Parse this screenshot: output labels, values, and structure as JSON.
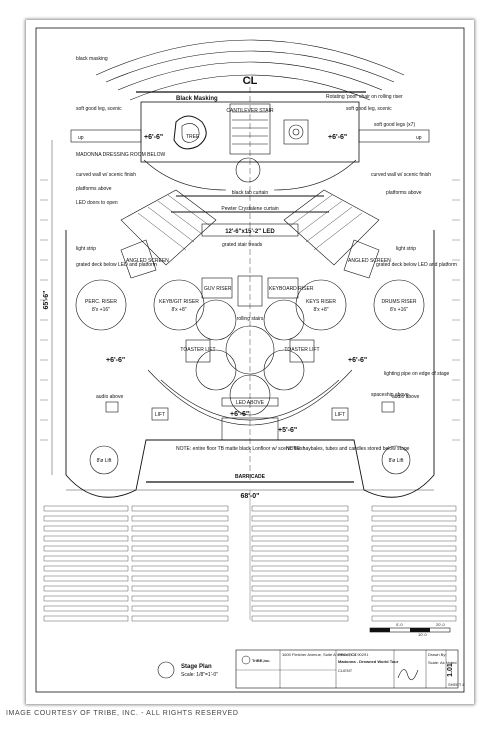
{
  "plan": {
    "title": "Stage Plan",
    "scale": "Scale: 1/8\"=1'-0\"",
    "center_line": "CL",
    "black_masking_top": "black masking",
    "black_masking": "Black Masking",
    "cantilever_stair": "CANTILEVER STAIR",
    "tree": "TREE",
    "soft_good_leg_left": "soft good leg, scenic",
    "soft_good_leg_right": "soft good leg, scenic",
    "rotating_chair": "Rotating 'poof' chair on rolling riser",
    "soft_good_legs": "soft good legs (x7)",
    "up_left": "up",
    "up_right": "up",
    "dim_upper_left": "+6'-6\"",
    "dim_upper_right": "+6'-6\"",
    "madonna_dressing": "MADONNA DRESSING ROOM BELOW",
    "black_tab_curtain": "black tab curtain",
    "pewter_curtain": "Pewter Crystalene curtain",
    "curved_wall_left": "curved wall w/ scenic finish",
    "curved_wall_right": "curved wall w/ scenic finish",
    "platforms_above_left": "platforms above",
    "platforms_above_right": "platforms above",
    "led_doors": "LED doors to open",
    "led_wall": "12'-6\"x15'-2\" LED",
    "grated_treads": "grated stair treads",
    "angled_screen_left": "ANGLED SCREEN",
    "angled_screen_right": "ANGLED SCREEN",
    "light_strip_left": "light strip",
    "light_strip_right": "light strip",
    "grated_deck_left": "grated deck below LED and platform",
    "grated_deck_right": "grated deck below LED and platform",
    "guv_riser": "GUV RISER",
    "keyboard_riser": "KEYBOARD RISER",
    "rolling_stairs": "rolling stairs",
    "perc_riser": "PERC. RISER",
    "perc_height": "8'x +16\"",
    "keygit_riser": "KEYB/GIT RISER",
    "keygit_height": "8'x +8\"",
    "keys_riser": "KEYS RISER",
    "keys_height": "8'x +8\"",
    "drums_riser": "DRUMS RISER",
    "drums_height": "8'x +16\"",
    "toaster_left": "TOASTER LIFT",
    "toaster_right": "TOASTER LIFT",
    "dim_mid_left": "+6'-6\"",
    "dim_mid_right": "+6'-6\"",
    "lighting_pipe": "lighting pipe on edge of stage",
    "spaceship": "spaceship above",
    "led_above": "LED ABOVE",
    "lift_left": "LIFT",
    "lift_right": "LIFT",
    "audio_left": "audio above",
    "audio_right": "audio above",
    "dim_front": "+6'-6\"",
    "dim_front_right": "+5'-6\"",
    "barricade": "BARRICADE",
    "lift_8_left": "8'ø Lift",
    "lift_8_right": "8'ø Lift",
    "note_left": "NOTE: entire floor TB matte black Lonfloor w/ scenic finish",
    "note_right": "NOTE: haybales, tubes and candles stored below stage",
    "dim_vertical": "65'-6\"",
    "dim_horizontal": "68'-0\""
  },
  "title_block": {
    "company": "TriBE,inc.",
    "address": "1600 Fletcher Avenue, Suite A Venice, CA 90291",
    "project_label": "PROJECT",
    "project": "Madonna - Drowned World Tour",
    "client_label": "CLIENT",
    "drawn_by_label": "Drawn By:",
    "scale_label": "Scale: As Noted",
    "sheet_label": "SHEET #",
    "sheet_number": "1.01",
    "scale_bar_0": "0'-0",
    "scale_bar_10": "10'-0",
    "scale_bar_20": "20'-0"
  },
  "credit": "IMAGE COURTESY OF TRIBE, INC. - ALL RIGHTS RESERVED"
}
